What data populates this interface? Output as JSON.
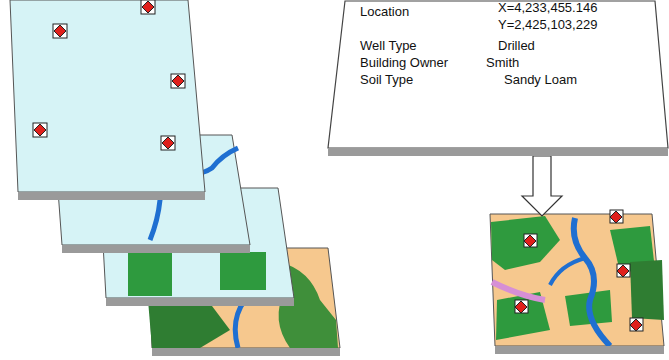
{
  "diagram": {
    "nodes": [
      {
        "text": [
          "Location",
          "X=4,233,455.146",
          "Y=2,425,103,229",
          "Well Type",
          "Drilled",
          "Building Owner",
          "Smith",
          "Soil Type",
          "Sandy Loam"
        ]
      }
    ]
  }
}
